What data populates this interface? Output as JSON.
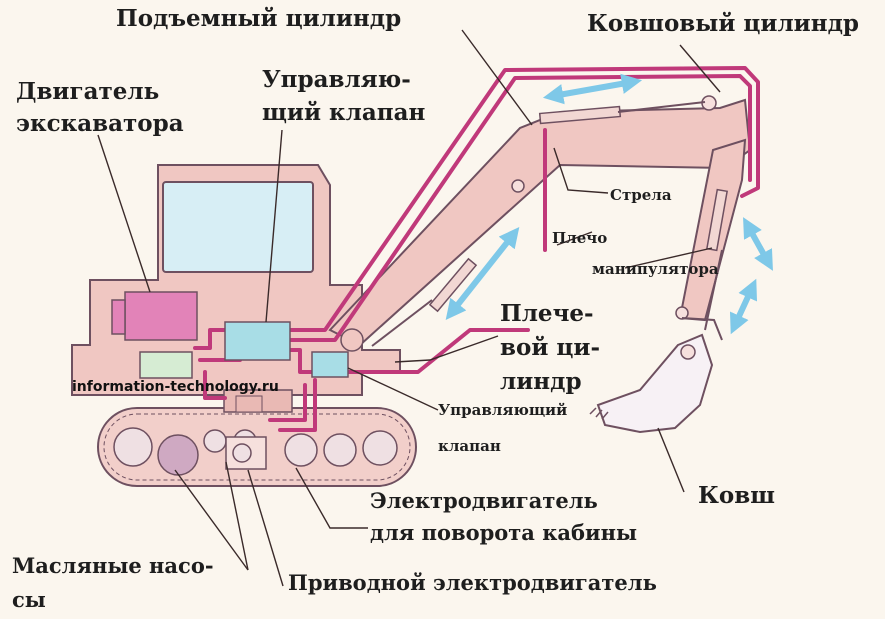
{
  "labels": {
    "lift_cylinder": "Подъемный цилиндр",
    "bucket_cylinder": "Ковшовый цилиндр",
    "engine_line1": "Двигатель",
    "engine_line2": "экскаватора",
    "control_valve_top_line1": "Управляю-",
    "control_valve_top_line2": "щий клапан",
    "boom": "Стрела",
    "arm_line1": "Плечо",
    "arm_line2": "манипулятора",
    "shoulder_cyl_line1": "Плече-",
    "shoulder_cyl_line2": "вой ци-",
    "shoulder_cyl_line3": "линдр",
    "control_valve_bottom_line1": "Управляющий",
    "control_valve_bottom_line2": "клапан",
    "bucket": "Ковш",
    "swing_motor_line1": "Электродвигатель",
    "swing_motor_line2": "для поворота кабины",
    "oil_pumps_line1": "Масляные насо-",
    "oil_pumps_line2": "сы",
    "drive_motor": "Приводной электродвигатель",
    "watermark": "information-technology.ru"
  },
  "colors": {
    "background": "#fbf6ee",
    "body": "#f0c7c2",
    "outline": "#6e5060",
    "hydraulic_line": "#c0397a",
    "engine": "#e283b8",
    "valve": "#a8dde6",
    "pump": "#d6ecd3",
    "arrow": "#7ec8e8",
    "window": "#d7eef5",
    "track": "#f2cfca",
    "wheel": "#efe0e3",
    "pointer": "#3a2a2a"
  },
  "icons": {
    "motion_arrows": "double-headed-arrow-icon"
  }
}
